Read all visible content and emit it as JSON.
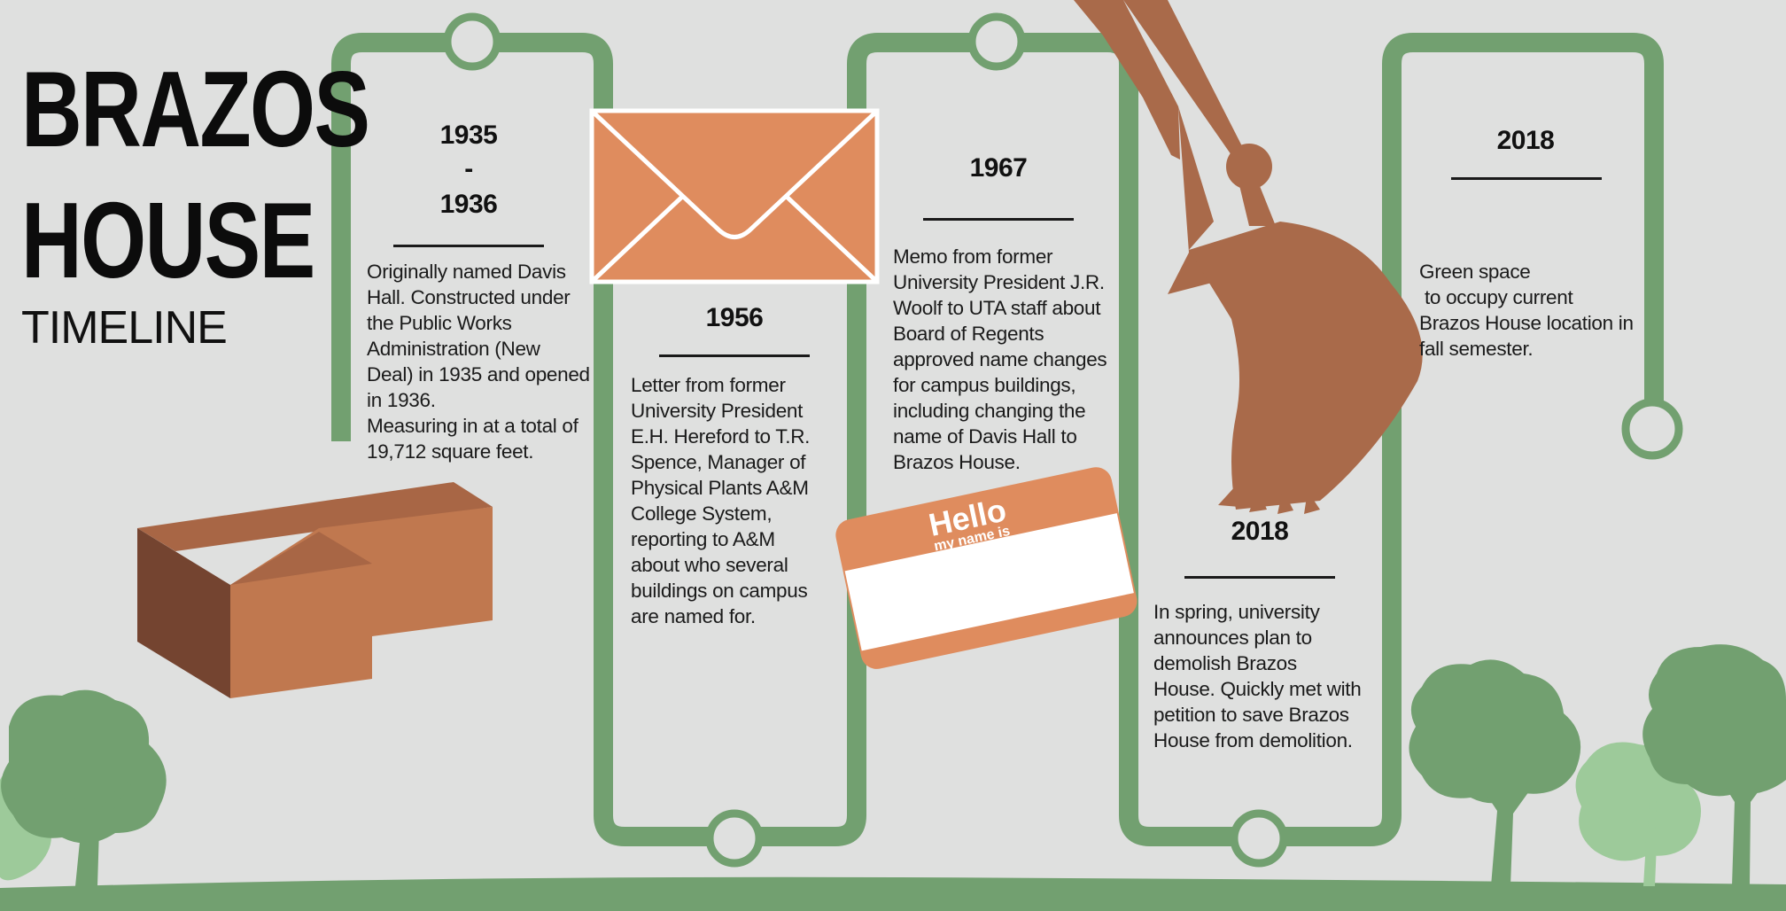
{
  "title": {
    "line1": "BRAZOS",
    "line2": "HOUSE",
    "subtitle": "TIMELINE"
  },
  "entries": [
    {
      "year_start": "1935",
      "dash": "-",
      "year_end": "1936",
      "lines": [
        "Originally named Davis",
        "Hall. Constructed under",
        "the Public Works",
        "Administration (New",
        "Deal) in 1935 and opened",
        "in 1936.",
        "Measuring in at a total of",
        "19,712 square feet."
      ]
    },
    {
      "year": "1956",
      "lines": [
        "Letter from former",
        "University President",
        "E.H. Hereford to T.R.",
        "Spence, Manager of",
        "Physical Plants A&M",
        "College System,",
        "reporting to A&M",
        "about who several",
        "buildings on campus",
        "are named for."
      ]
    },
    {
      "year": "1967",
      "lines": [
        "Memo from former",
        "University President J.R.",
        "Woolf to UTA staff about",
        "Board of Regents",
        "approved name changes",
        "for campus buildings,",
        "including changing the",
        "name of Davis Hall to",
        "Brazos House."
      ]
    },
    {
      "year": "2018",
      "lines": [
        "In spring, university",
        "announces plan to",
        "demolish Brazos",
        "House. Quickly met with",
        "petition to save Brazos",
        "House from demolition."
      ]
    },
    {
      "year": "2018",
      "lines": [
        "Green space",
        " to occupy current",
        "Brazos House location in",
        "fall semester."
      ]
    }
  ],
  "name_tag": {
    "hello": "Hello",
    "my_name_is": "my name is"
  },
  "colors": {
    "background": "#dfe0df",
    "track": "#72a070",
    "envelope": "#df8c5e",
    "brick_top": "#a86645",
    "brick_front": "#c0784f",
    "brick_side": "#744430",
    "excavator": "#a96a4a",
    "tree_dark": "#72a070",
    "tree_light": "#9dca9a"
  },
  "icons": [
    "brick-icon",
    "envelope-icon",
    "name-tag-icon",
    "excavator-arm-icon",
    "tree-icon"
  ]
}
